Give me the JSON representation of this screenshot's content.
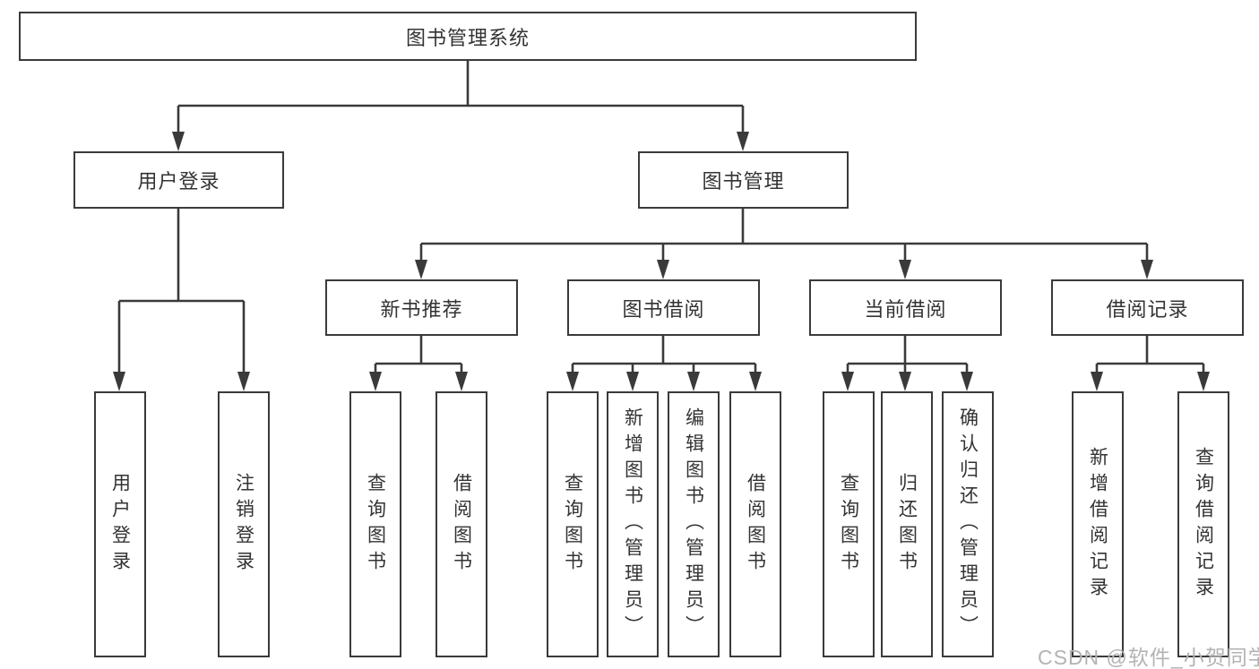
{
  "diagram_type": "hierarchy-tree",
  "colors": {
    "line": "#3a3a3a",
    "box_border": "#3a3a3a",
    "box_fill": "#ffffff",
    "text": "#333333",
    "watermark": "#b3b3b3",
    "background": "#ffffff"
  },
  "tree": {
    "label": "图书管理系统",
    "children": [
      {
        "label": "用户登录",
        "children": [
          {
            "label": "用户登录"
          },
          {
            "label": "注销登录"
          }
        ]
      },
      {
        "label": "图书管理",
        "children": [
          {
            "label": "新书推荐",
            "children": [
              {
                "label": "查询图书"
              },
              {
                "label": "借阅图书"
              }
            ]
          },
          {
            "label": "图书借阅",
            "children": [
              {
                "label": "查询图书"
              },
              {
                "label": "新增图书（管理员）"
              },
              {
                "label": "编辑图书（管理员）"
              },
              {
                "label": "借阅图书"
              }
            ]
          },
          {
            "label": "当前借阅",
            "children": [
              {
                "label": "查询图书"
              },
              {
                "label": "归还图书"
              },
              {
                "label": "确认归还（管理员）"
              }
            ]
          },
          {
            "label": "借阅记录",
            "children": [
              {
                "label": "新增借阅记录"
              },
              {
                "label": "查询借阅记录"
              }
            ]
          }
        ]
      }
    ]
  },
  "watermark": {
    "text": "CSDN @软件_小贺同学"
  }
}
